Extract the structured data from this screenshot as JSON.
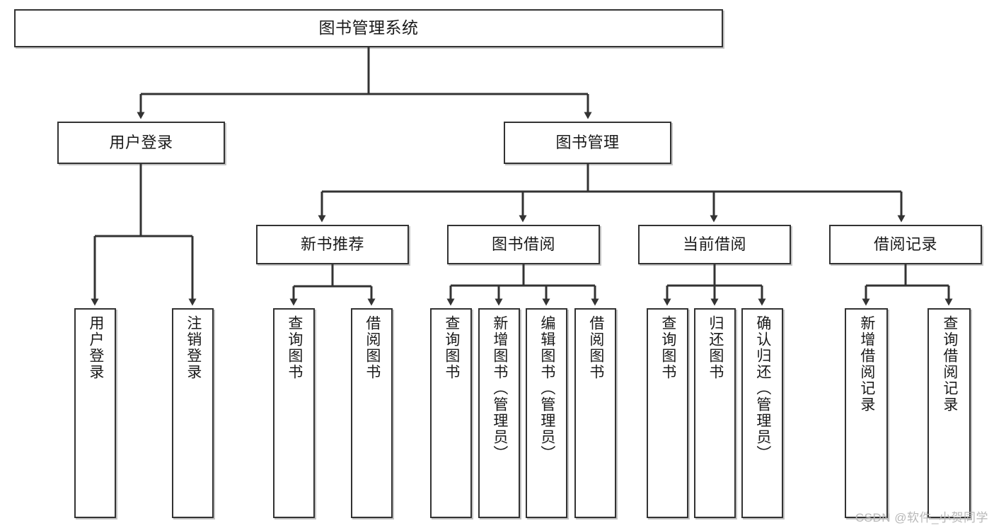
{
  "diagram": {
    "title": "图书管理系统",
    "watermark": "CSDN @软件_小贺同学",
    "colors": {
      "stroke": "#333333",
      "fill": "#ffffff",
      "text": "#1a1a1a",
      "watermark": "#b8b8b8"
    },
    "nodes": {
      "root": {
        "label": "图书管理系统"
      },
      "level1": [
        {
          "label": "用户登录"
        },
        {
          "label": "图书管理"
        }
      ],
      "level2": [
        {
          "label": "新书推荐"
        },
        {
          "label": "图书借阅"
        },
        {
          "label": "当前借阅"
        },
        {
          "label": "借阅记录"
        }
      ],
      "leaves_user_login": [
        {
          "label": "用户登录"
        },
        {
          "label": "注销登录"
        }
      ],
      "leaves_new_book": [
        {
          "label": "查询图书"
        },
        {
          "label": "借阅图书"
        }
      ],
      "leaves_borrow": [
        {
          "label": "查询图书"
        },
        {
          "label": "新增图书（管理员）"
        },
        {
          "label": "编辑图书（管理员）"
        },
        {
          "label": "借阅图书"
        }
      ],
      "leaves_current": [
        {
          "label": "查询图书"
        },
        {
          "label": "归还图书"
        },
        {
          "label": "确认归还（管理员）"
        }
      ],
      "leaves_records": [
        {
          "label": "新增借阅记录"
        },
        {
          "label": "查询借阅记录"
        }
      ]
    }
  }
}
